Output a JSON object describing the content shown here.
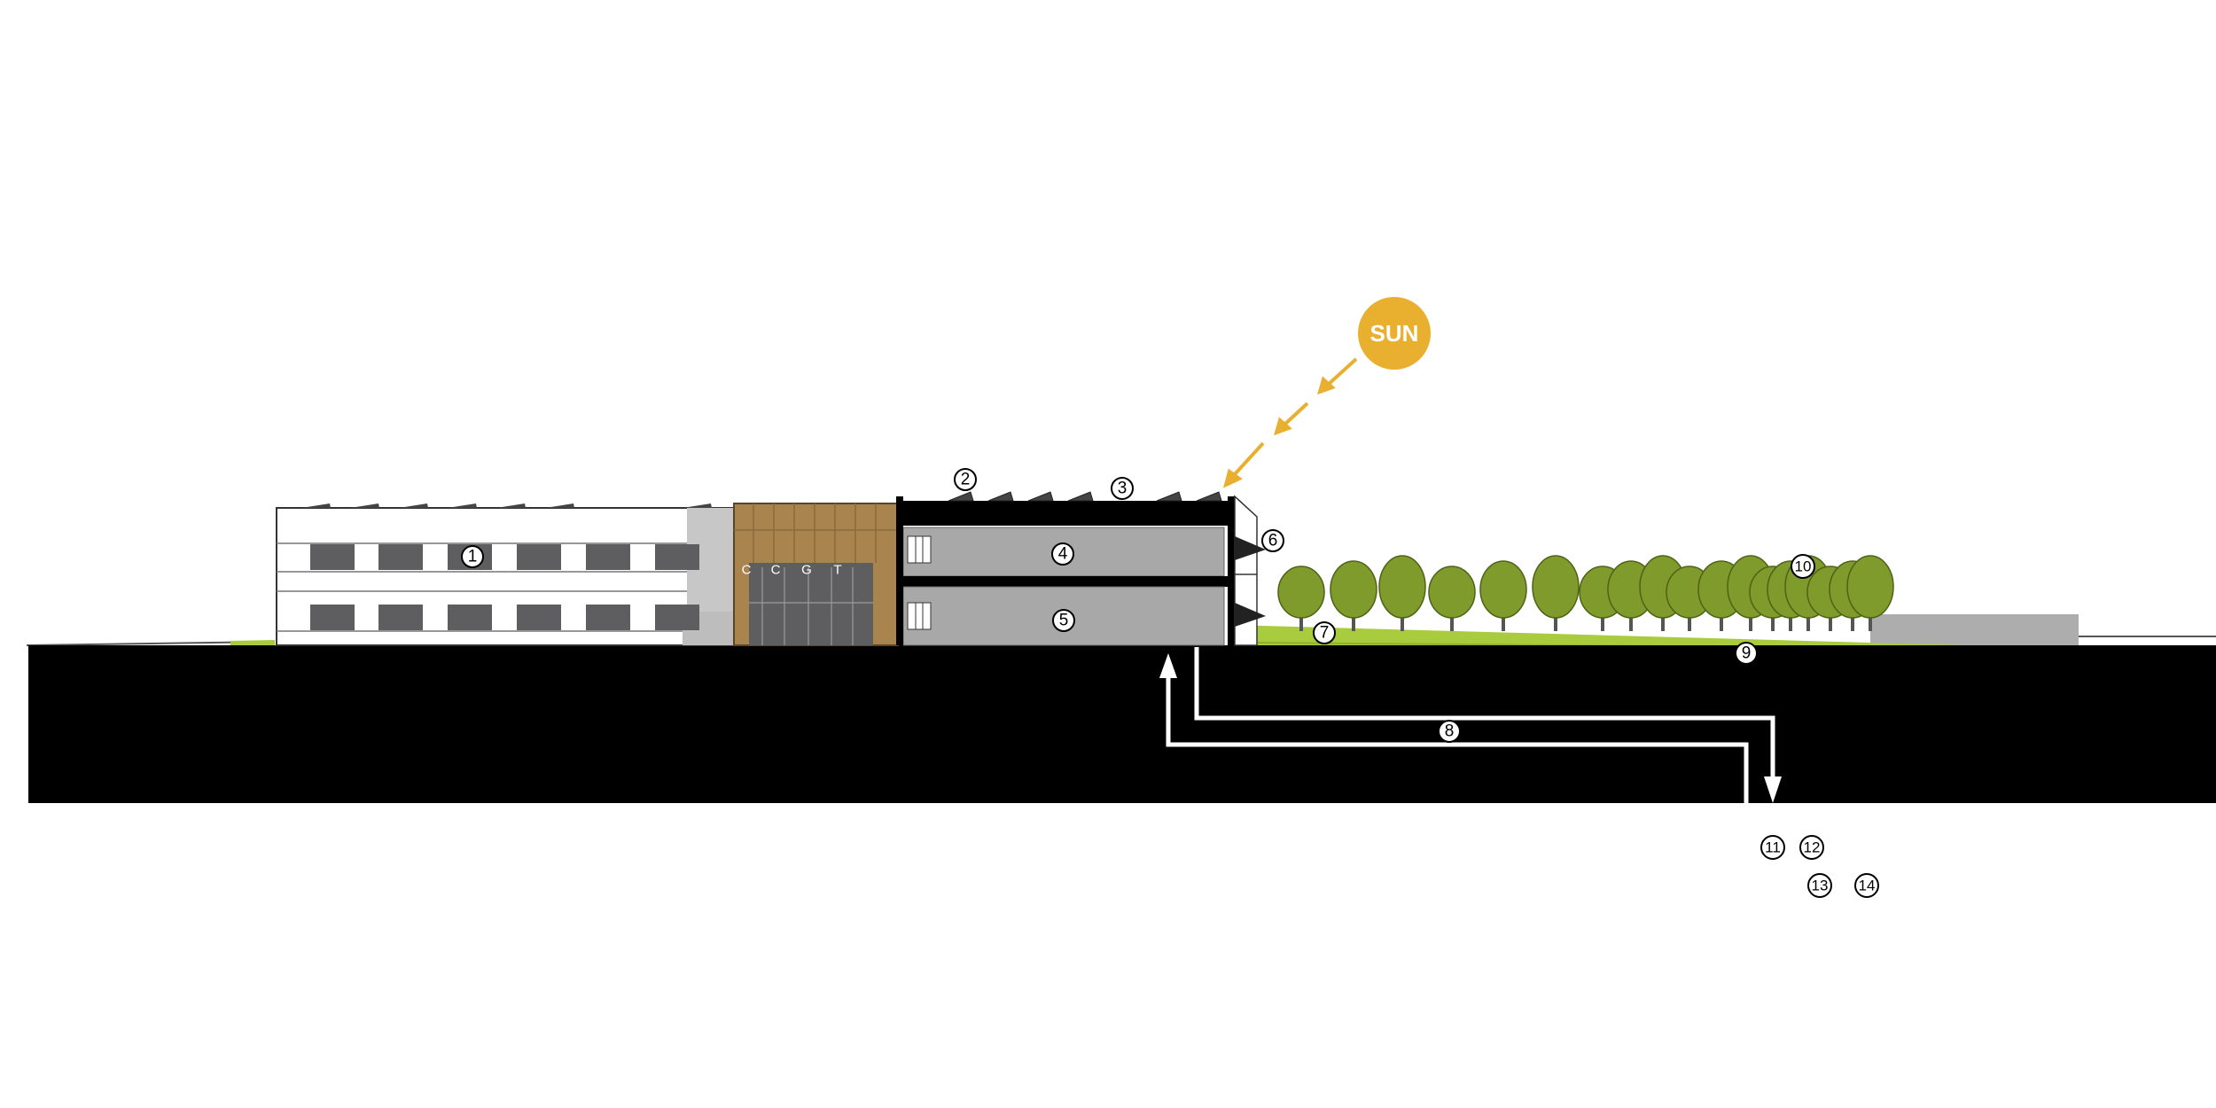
{
  "sun": {
    "label": "SUN",
    "color": "#E8B02E"
  },
  "facade_letters": [
    "C",
    "C",
    "G",
    "T"
  ],
  "callouts": [
    "1",
    "2",
    "3",
    "4",
    "5",
    "6",
    "7",
    "8",
    "9",
    "10",
    "11",
    "12",
    "13",
    "14"
  ],
  "colors": {
    "ground": "#000000",
    "grass": "#A9CC3F",
    "tree_canopy": "#7F9B2B",
    "timber": "#A9844F",
    "section_floor": "#A8A8A8",
    "window": "#5E5E60",
    "sun": "#E8B02E"
  }
}
